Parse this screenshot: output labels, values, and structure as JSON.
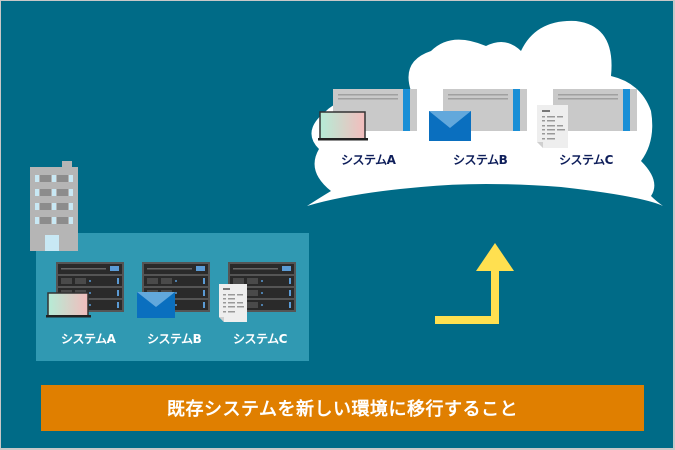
{
  "diagram": {
    "title": "既存システムを新しい環境に移行すること",
    "colors": {
      "background": "#006b87",
      "onprem_box": "#3099b2",
      "banner": "#e07f00",
      "arrow": "#ffe050",
      "cloud": "#ffffff",
      "cloud_label": "#0e1e5a",
      "server_accent": "#1a8fd6"
    },
    "cloud": {
      "systems": [
        {
          "label": "システムA",
          "icon": "laptop-icon"
        },
        {
          "label": "システムB",
          "icon": "mail-icon"
        },
        {
          "label": "システムC",
          "icon": "document-icon"
        }
      ]
    },
    "onprem": {
      "building_icon": "building-icon",
      "systems": [
        {
          "label": "システムA",
          "icon": "laptop-icon"
        },
        {
          "label": "システムB",
          "icon": "mail-icon"
        },
        {
          "label": "システムC",
          "icon": "document-icon"
        }
      ]
    },
    "arrow": {
      "direction": "up",
      "icon": "migration-arrow-icon"
    }
  }
}
